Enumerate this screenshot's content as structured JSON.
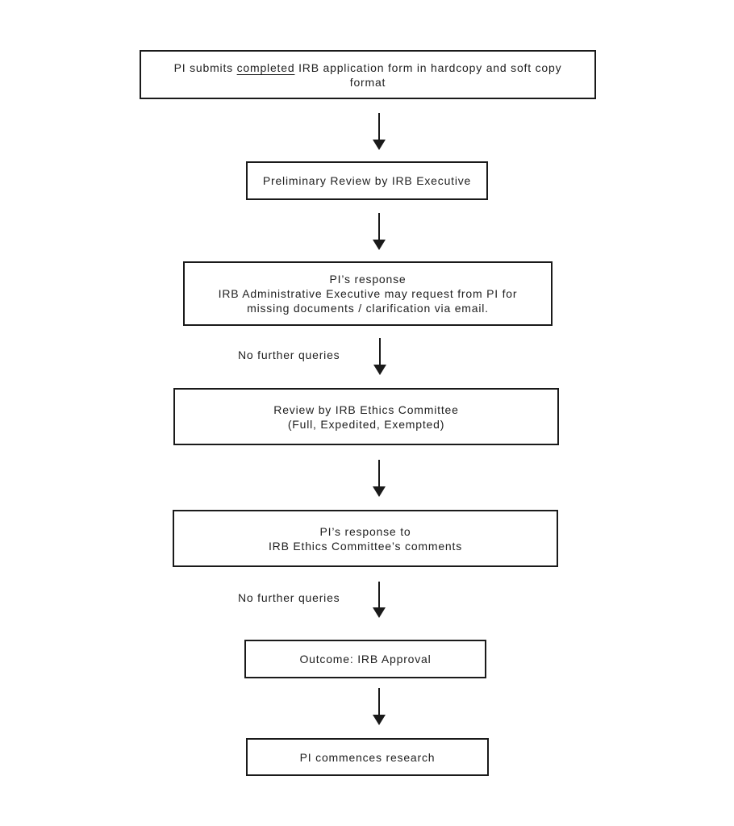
{
  "flowchart": {
    "colors": {
      "background": "#ffffff",
      "line": "#1a1a1a",
      "text": "#212121"
    },
    "nodes": {
      "submit": {
        "line1_prefix": "PI submits ",
        "line1_underlined": "completed",
        "line1_suffix": " IRB application form in hardcopy and soft copy",
        "line2": "format"
      },
      "preliminary_review": {
        "line1": "Preliminary Review by IRB Executive"
      },
      "pi_response_admin": {
        "line1": "PI’s response",
        "line2": "IRB Administrative Executive may request from PI for",
        "line3": "missing documents / clarification via email."
      },
      "ethics_review": {
        "line1": "Review by IRB Ethics Committee",
        "line2": "(Full, Expedited, Exempted)"
      },
      "pi_response_ethics": {
        "line1": "PI’s response to",
        "line2": "IRB Ethics Committee’s comments"
      },
      "outcome": {
        "line1": "Outcome: IRB Approval"
      },
      "commence": {
        "line1": "PI commences research"
      }
    },
    "edge_labels": {
      "after_admin_response": "No further queries",
      "after_ethics_response": "No further queries"
    }
  }
}
